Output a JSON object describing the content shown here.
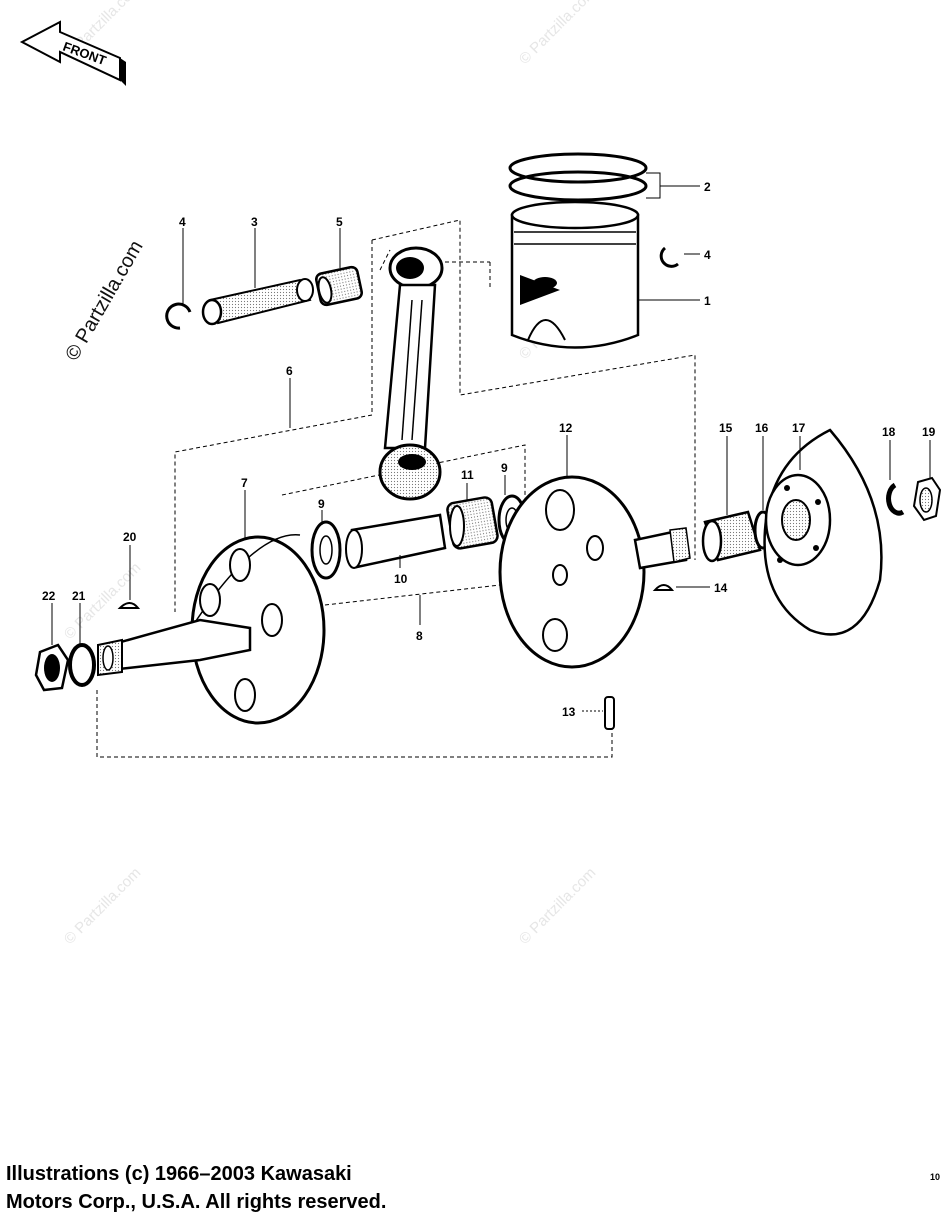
{
  "front_arrow": {
    "label": "FRONT"
  },
  "watermarks": {
    "main": "© Partzilla.com",
    "faint": "© Partzilla.com"
  },
  "callouts": [
    "1",
    "2",
    "3",
    "4",
    "4",
    "5",
    "6",
    "7",
    "8",
    "9",
    "9",
    "10",
    "11",
    "12",
    "13",
    "14",
    "15",
    "16",
    "17",
    "18",
    "19",
    "20",
    "21",
    "22"
  ],
  "footer": {
    "line1": "Illustrations (c) 1966–2003 Kawasaki",
    "line2": "Motors Corp., U.S.A.  All rights reserved.",
    "page_number": "10"
  }
}
